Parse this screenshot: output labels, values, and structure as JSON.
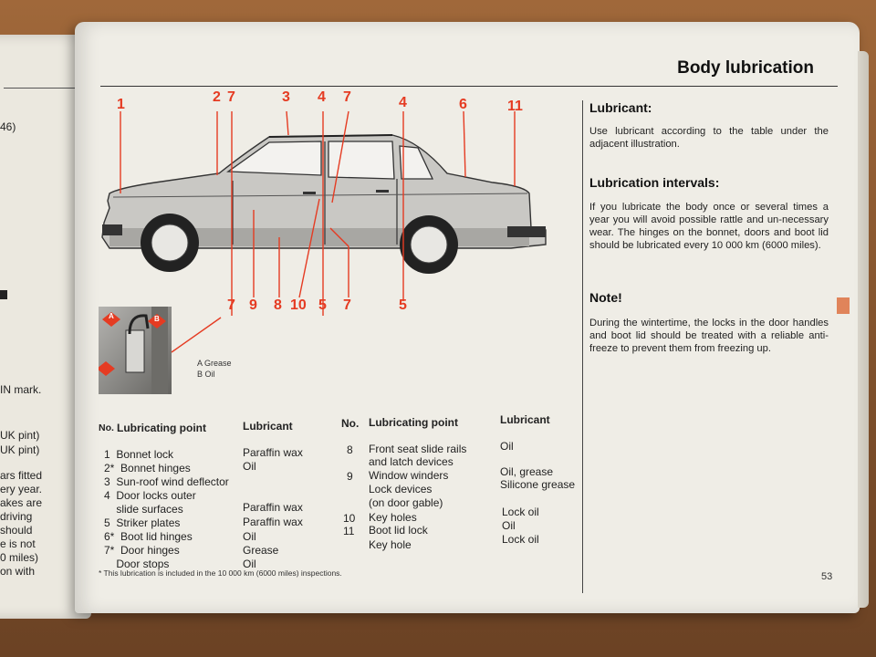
{
  "page": {
    "title": "Body lubrication",
    "number": "53",
    "footnote": "* This lubrication is included in the 10 000 km (6000 miles) inspections."
  },
  "left_page_fragments": [
    "46)",
    "IN mark.",
    "UK pint)",
    "UK pint)",
    "ars fitted",
    "ery year.",
    "akes are",
    "driving",
    "should",
    "e is not",
    "0 miles)",
    "on with"
  ],
  "illustration": {
    "callouts_top": [
      "1",
      "2",
      "7",
      "3",
      "4",
      "7",
      "4",
      "6",
      "11"
    ],
    "callouts_bottom": [
      "7",
      "9",
      "8",
      "10",
      "5",
      "7",
      "5"
    ],
    "inset_labels": [
      "A",
      "B"
    ],
    "legend": [
      "A  Grease",
      "B  Oil"
    ]
  },
  "right_column": {
    "lubricant_heading": "Lubricant:",
    "lubricant_text": "Use lubricant according to the table under the adjacent illustration.",
    "intervals_heading": "Lubrication intervals:",
    "intervals_text": "If you lubricate the body once or several times a year you will avoid possible rattle and un-necessary wear. The hinges on the bonnet, doors and boot lid should be lubricated every 10 000 km (6000 miles).",
    "note_heading": "Note!",
    "note_text": "During the wintertime, the locks in the door handles and boot lid should be treated with a reliable anti-freeze to prevent them from freezing up."
  },
  "table": {
    "headers": {
      "no": "No.",
      "point": "Lubricating point",
      "lubricant": "Lubricant"
    },
    "left_points": [
      "1  Bonnet lock",
      "2*  Bonnet hinges",
      "3  Sun-roof wind deflector",
      "4  Door locks outer",
      "    slide surfaces",
      "5  Striker plates",
      "6*  Boot lid hinges",
      "7*  Door hinges",
      "    Door stops"
    ],
    "left_lubricants": [
      "Paraffin wax",
      "Oil",
      "",
      "",
      "Paraffin wax",
      "Paraffin wax",
      "Oil",
      "Grease",
      "Oil"
    ],
    "right_nos": [
      "8",
      "",
      "9",
      "",
      "",
      "10",
      "11",
      ""
    ],
    "right_points": [
      "Front seat slide rails",
      "and latch devices",
      "Window winders",
      "Lock devices",
      "(on door gable)",
      "Key holes",
      "Boot lid lock",
      "Key hole"
    ],
    "right_lubricants": [
      "Oil",
      "",
      "Oil, grease",
      "Silicone grease",
      "",
      "Lock oil",
      "Oil",
      "Lock oil"
    ]
  }
}
